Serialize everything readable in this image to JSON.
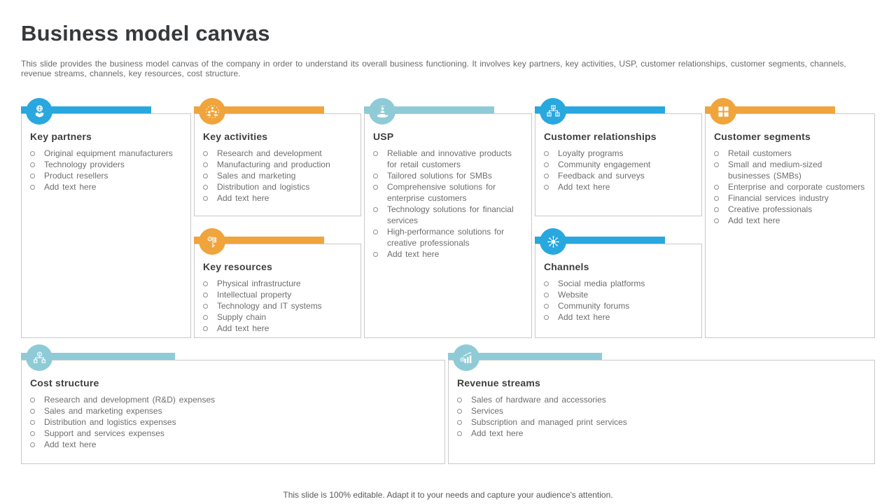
{
  "slide": {
    "title": "Business model canvas",
    "subtitle": "This slide provides the business model canvas of the company in order to understand its overall business functioning. It involves key partners, key activities, USP, customer relationships, customer segments, channels, revenue streams, channels, key resources, cost structure.",
    "footer": "This slide is 100% editable. Adapt it to your needs and capture your audience's attention."
  },
  "colors": {
    "blue": "#29a7df",
    "orange": "#f0a43c",
    "teal": "#8fcbd6",
    "heading": "#3f3f3f",
    "body": "#6e6e6e"
  },
  "sections": [
    {
      "id": "key-partners",
      "title": "Key partners",
      "accent": "blue",
      "icon": "handshake-icon",
      "items": [
        "Original equipment manufacturers",
        "Technology providers",
        "Product resellers",
        "Add text here"
      ]
    },
    {
      "id": "key-activities",
      "title": "Key activities",
      "accent": "orange",
      "icon": "team-icon",
      "items": [
        "Research and development",
        "Manufacturing and production",
        "Sales and marketing",
        "Distribution and logistics",
        "Add text here"
      ]
    },
    {
      "id": "key-resources",
      "title": "Key resources",
      "accent": "orange",
      "icon": "key-icon",
      "items": [
        "Physical infrastructure",
        "Intellectual property",
        "Technology and IT systems",
        "Supply chain",
        "Add text here"
      ]
    },
    {
      "id": "usp",
      "title": "USP",
      "accent": "teal",
      "icon": "hand-holding-person-icon",
      "items": [
        "Reliable and innovative products for retail customers",
        "Tailored solutions for SMBs",
        "Comprehensive solutions for enterprise customers",
        "Technology solutions for financial services",
        "High-performance solutions for creative professionals",
        "Add text here"
      ]
    },
    {
      "id": "customer-relationships",
      "title": "Customer relationships",
      "accent": "blue",
      "icon": "org-chart-icon",
      "items": [
        "Loyalty programs",
        "Community engagement",
        "Feedback and surveys",
        "Add text here"
      ]
    },
    {
      "id": "channels",
      "title": "Channels",
      "accent": "blue",
      "icon": "network-hub-icon",
      "items": [
        "Social media platforms",
        "Website",
        "Community forums",
        "Add text here"
      ]
    },
    {
      "id": "customer-segments",
      "title": "Customer segments",
      "accent": "orange",
      "icon": "window-grid-icon",
      "items": [
        "Retail customers",
        "Small and medium-sized businesses (SMBs)",
        "Enterprise and corporate customers",
        "Financial services industry",
        "Creative professionals",
        "Add text here"
      ]
    },
    {
      "id": "cost-structure",
      "title": "Cost structure",
      "accent": "teal",
      "icon": "hierarchy-icon",
      "items": [
        "Research and development (R&D) expenses",
        "Sales and marketing expenses",
        "Distribution and logistics expenses",
        "Support and services expenses",
        "Add text here"
      ]
    },
    {
      "id": "revenue-streams",
      "title": "Revenue streams",
      "accent": "teal",
      "icon": "growth-chart-icon",
      "items": [
        "Sales of hardware and accessories",
        "Services",
        "Subscription and managed print services",
        "Add text here"
      ]
    }
  ]
}
